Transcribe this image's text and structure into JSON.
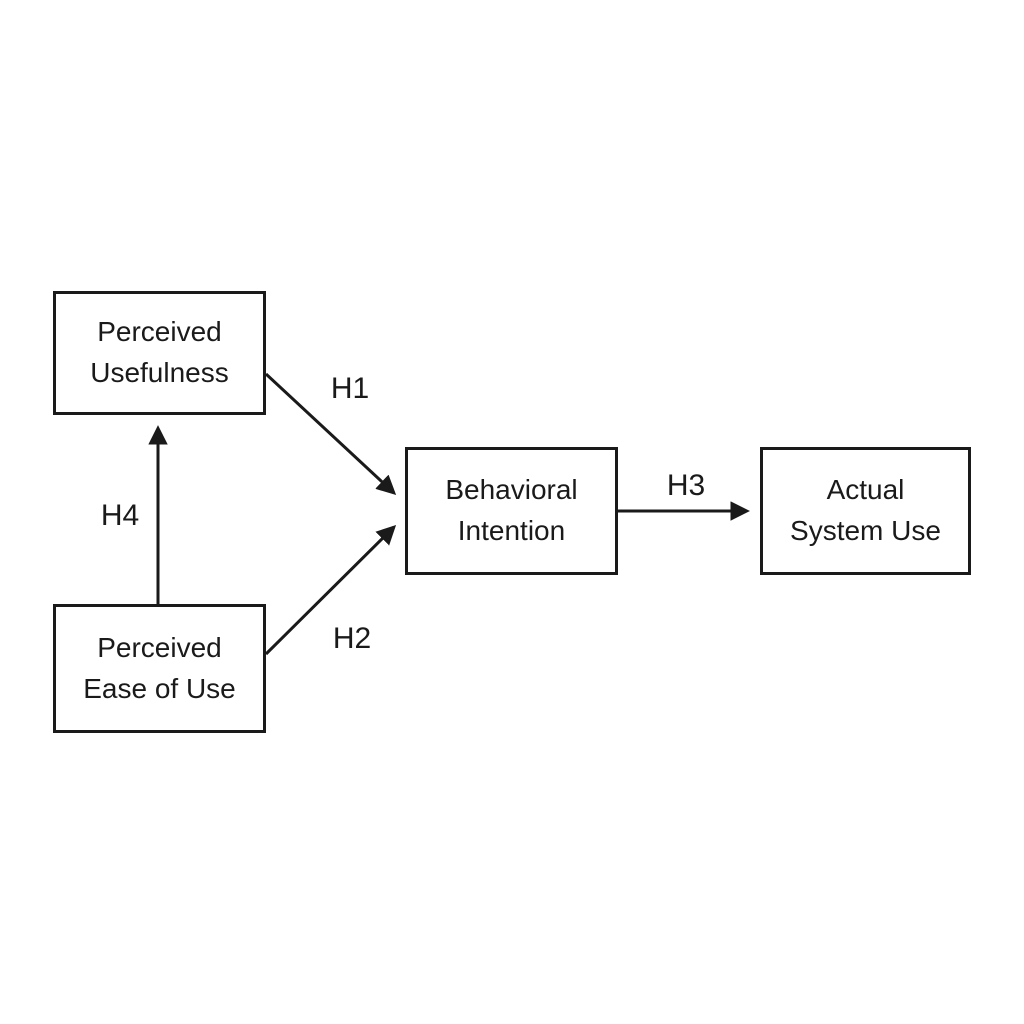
{
  "nodes": {
    "perceived_usefulness": {
      "line1": "Perceived",
      "line2": "Usefulness"
    },
    "perceived_ease_of_use": {
      "line1": "Perceived",
      "line2": "Ease of Use"
    },
    "behavioral_intention": {
      "line1": "Behavioral",
      "line2": "Intention"
    },
    "actual_system_use": {
      "line1": "Actual",
      "line2": "System Use"
    }
  },
  "edges": {
    "h1": {
      "label": "H1",
      "from": "perceived_usefulness",
      "to": "behavioral_intention"
    },
    "h2": {
      "label": "H2",
      "from": "perceived_ease_of_use",
      "to": "behavioral_intention"
    },
    "h3": {
      "label": "H3",
      "from": "behavioral_intention",
      "to": "actual_system_use"
    },
    "h4": {
      "label": "H4",
      "from": "perceived_ease_of_use",
      "to": "perceived_usefulness"
    }
  },
  "colors": {
    "stroke": "#1a1a1a",
    "background": "#ffffff"
  }
}
